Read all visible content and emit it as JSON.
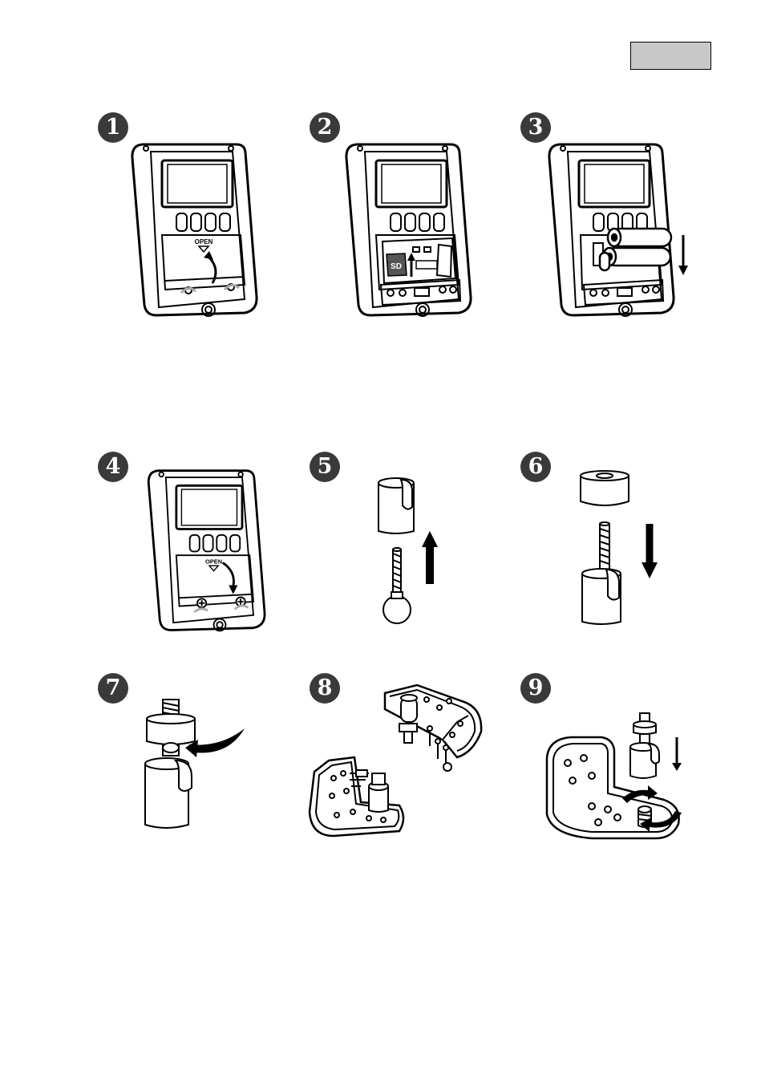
{
  "header": {
    "language_tab": ""
  },
  "steps": [
    {
      "number": "1",
      "icon": "open-battery-cover-icon",
      "labels": {
        "open": "OPEN"
      }
    },
    {
      "number": "2",
      "icon": "insert-sd-card-icon",
      "labels": {
        "sd": "SD"
      }
    },
    {
      "number": "3",
      "icon": "insert-batteries-icon"
    },
    {
      "number": "4",
      "icon": "close-battery-cover-icon",
      "labels": {
        "open": "OPEN"
      }
    },
    {
      "number": "5",
      "icon": "separate-mount-parts-icon"
    },
    {
      "number": "6",
      "icon": "assemble-screw-icon"
    },
    {
      "number": "7",
      "icon": "tighten-nut-icon"
    },
    {
      "number": "8",
      "icon": "wall-bracket-mounting-icon"
    },
    {
      "number": "9",
      "icon": "bracket-attach-icon"
    }
  ]
}
